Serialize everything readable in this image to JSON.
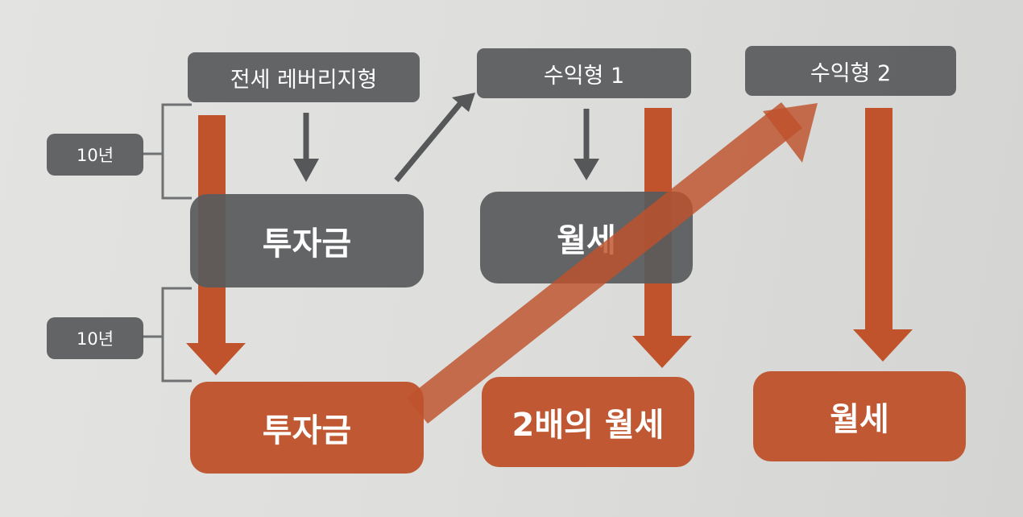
{
  "types": {
    "jeonse": "전세 레버리지형",
    "income1": "수익형 1",
    "income2": "수익형 2"
  },
  "boxes": {
    "gray_investment": "투자금",
    "gray_rent": "월세",
    "orange_investment": "투자금",
    "double_rent": "2배의 월세",
    "rent2": "월세"
  },
  "periods": {
    "first": "10년",
    "second": "10년"
  },
  "colors": {
    "gray": "#585a5c",
    "orange": "#be522c",
    "background": "#dcdcdb"
  }
}
